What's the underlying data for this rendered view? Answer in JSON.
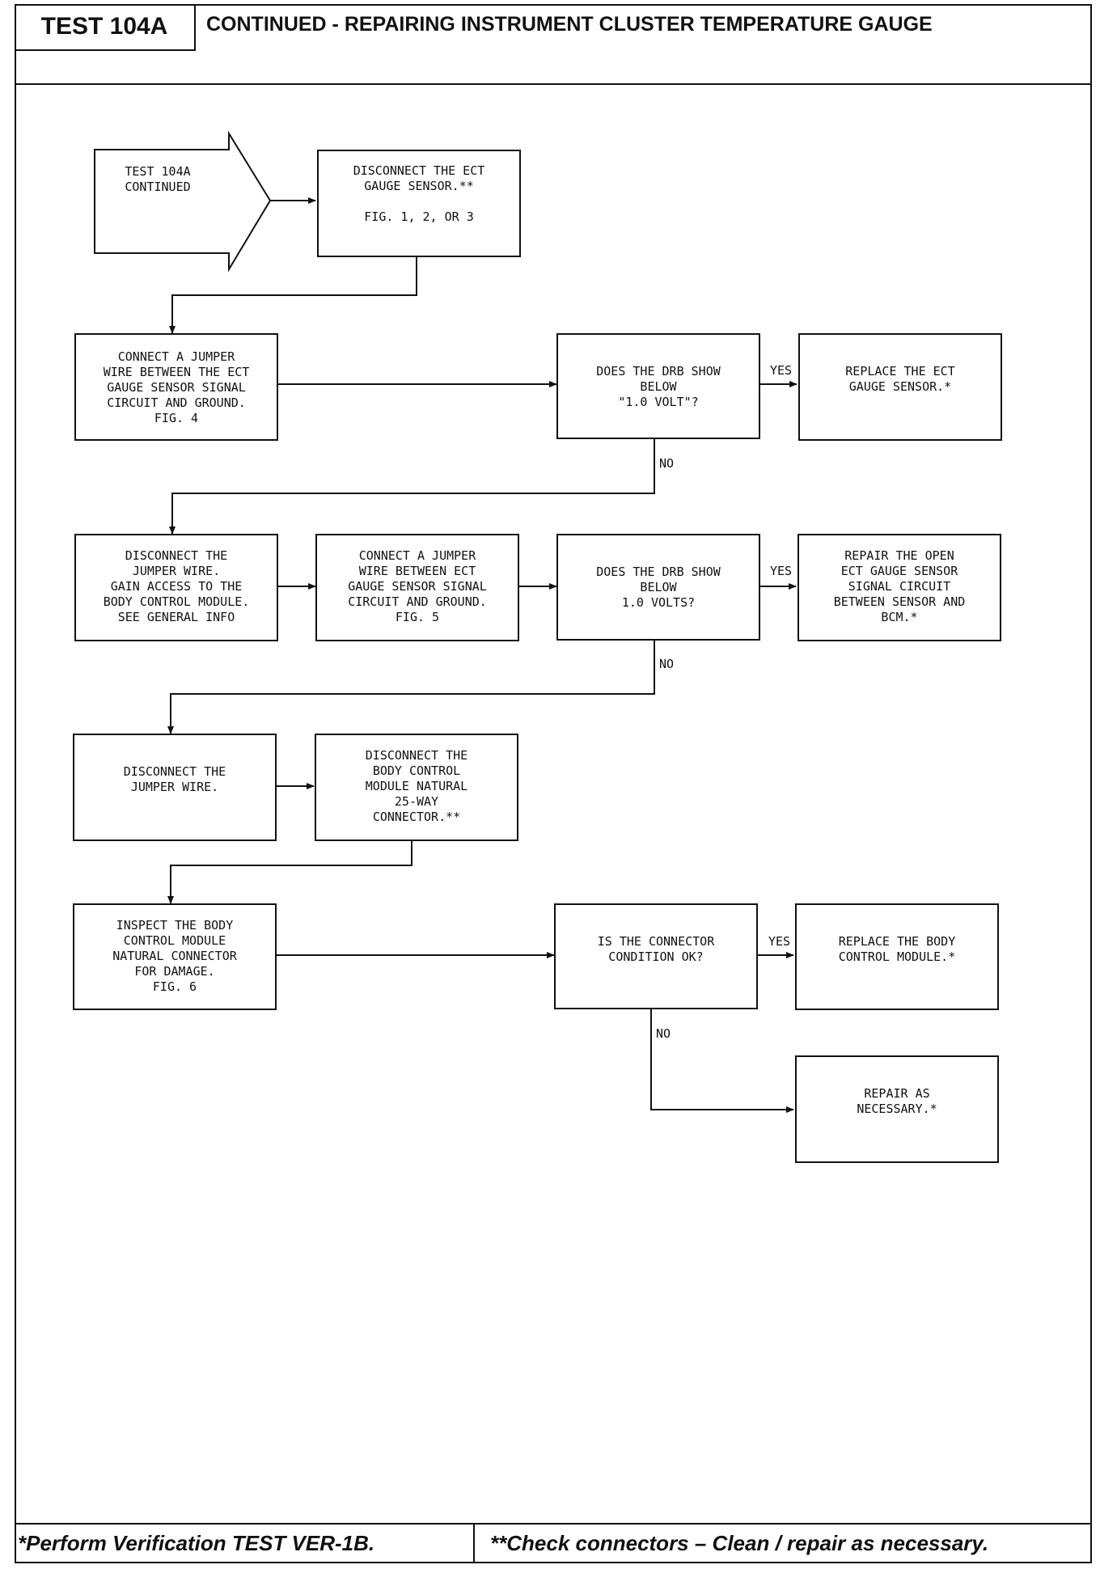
{
  "header": {
    "test_id": "TEST 104A",
    "title": "CONTINUED - REPAIRING INSTRUMENT CLUSTER TEMPERATURE GAUGE"
  },
  "flow": {
    "start": "TEST 104A\nCONTINUED",
    "disconnect_ect": "DISCONNECT THE ECT\nGAUGE SENSOR.**\n\nFIG. 1, 2, OR 3",
    "connect_jumper_1": "CONNECT A JUMPER\nWIRE BETWEEN THE ECT\nGAUGE SENSOR SIGNAL\nCIRCUIT AND GROUND.\nFIG. 4",
    "drb_q1": "DOES THE DRB SHOW\nBELOW\n\"1.0 VOLT\"?",
    "replace_ect": "REPLACE THE ECT\nGAUGE SENSOR.*",
    "disconnect_jumper_1": "DISCONNECT THE\nJUMPER WIRE.\nGAIN ACCESS TO THE\nBODY CONTROL MODULE.\nSEE GENERAL INFO",
    "connect_jumper_2": "CONNECT A JUMPER\nWIRE BETWEEN ECT\nGAUGE SENSOR SIGNAL\nCIRCUIT AND GROUND.\nFIG. 5",
    "drb_q2": "DOES THE DRB SHOW\nBELOW\n1.0 VOLTS?",
    "repair_open": "REPAIR THE OPEN\nECT GAUGE SENSOR\nSIGNAL CIRCUIT\nBETWEEN SENSOR AND\nBCM.*",
    "disconnect_jumper_2": "DISCONNECT THE\nJUMPER WIRE.",
    "disconnect_bcm": "DISCONNECT THE\nBODY CONTROL\nMODULE NATURAL\n25-WAY\nCONNECTOR.**",
    "inspect_bcm": "INSPECT THE BODY\nCONTROL MODULE\nNATURAL CONNECTOR\nFOR DAMAGE.\nFIG. 6",
    "connector_q": "IS THE CONNECTOR\nCONDITION OK?",
    "replace_bcm": "REPLACE THE BODY\nCONTROL MODULE.*",
    "repair_necessary": "REPAIR AS\nNECESSARY.*"
  },
  "labels": {
    "yes": "YES",
    "no": "NO"
  },
  "footer": {
    "note_1": "*Perform Verification TEST VER-1B.",
    "note_2": "**Check connectors – Clean / repair as necessary."
  }
}
